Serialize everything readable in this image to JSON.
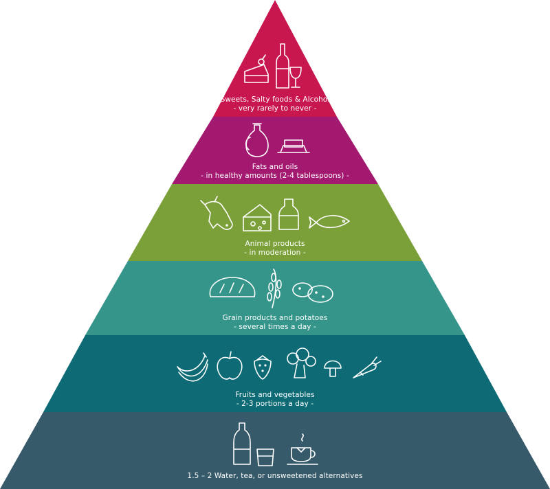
{
  "tiers": [
    {
      "name": "Sweets, Salty foods & Alcohol",
      "frequency": "- very rarely to never -",
      "color": "#c8174f",
      "icons": [
        "cake-slice-icon",
        "wine-bottle-icon",
        "wine-glass-icon"
      ]
    },
    {
      "name": "Fats and oils",
      "frequency": "- in healthy amounts (2-4 tablespoons) -",
      "color": "#a3196f",
      "icons": [
        "oil-jug-icon",
        "butter-dish-icon"
      ]
    },
    {
      "name": "Animal products",
      "frequency": "- in moderation -",
      "color": "#7ba03a",
      "icons": [
        "cow-icon",
        "cheese-icon",
        "milk-bottle-icon",
        "fish-icon"
      ]
    },
    {
      "name": "Grain products and potatoes",
      "frequency": "- several times a day -",
      "color": "#35958a",
      "icons": [
        "bread-icon",
        "wheat-icon",
        "potatoes-icon"
      ]
    },
    {
      "name": "Fruits and vegetables",
      "frequency": "- 2-3 portions a day -",
      "color": "#0e6b76",
      "icons": [
        "banana-icon",
        "apple-icon",
        "strawberry-icon",
        "broccoli-icon",
        "mushroom-icon",
        "carrot-icon"
      ]
    },
    {
      "name": "1.5 – 2 Water, tea, or unsweetened alternatives",
      "frequency": "",
      "color": "#365a69",
      "icons": [
        "water-bottle-icon",
        "water-glass-icon",
        "tea-cup-icon"
      ]
    }
  ]
}
